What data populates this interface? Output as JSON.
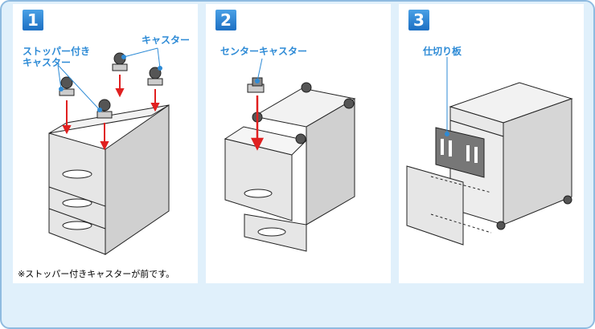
{
  "steps": [
    {
      "number": "1",
      "labels": {
        "stopper_caster": "ストッパー付き\nキャスター",
        "caster": "キャスター"
      },
      "note": "※ストッパー付きキャスターが前です。"
    },
    {
      "number": "2",
      "labels": {
        "center_caster": "センターキャスター"
      }
    },
    {
      "number": "3",
      "labels": {
        "divider": "仕切り板"
      }
    }
  ],
  "colors": {
    "accent": "#2e8bd6",
    "arrow": "#e02020",
    "frame_bg": "#e0f0fb",
    "badge": "#2a82d6"
  }
}
